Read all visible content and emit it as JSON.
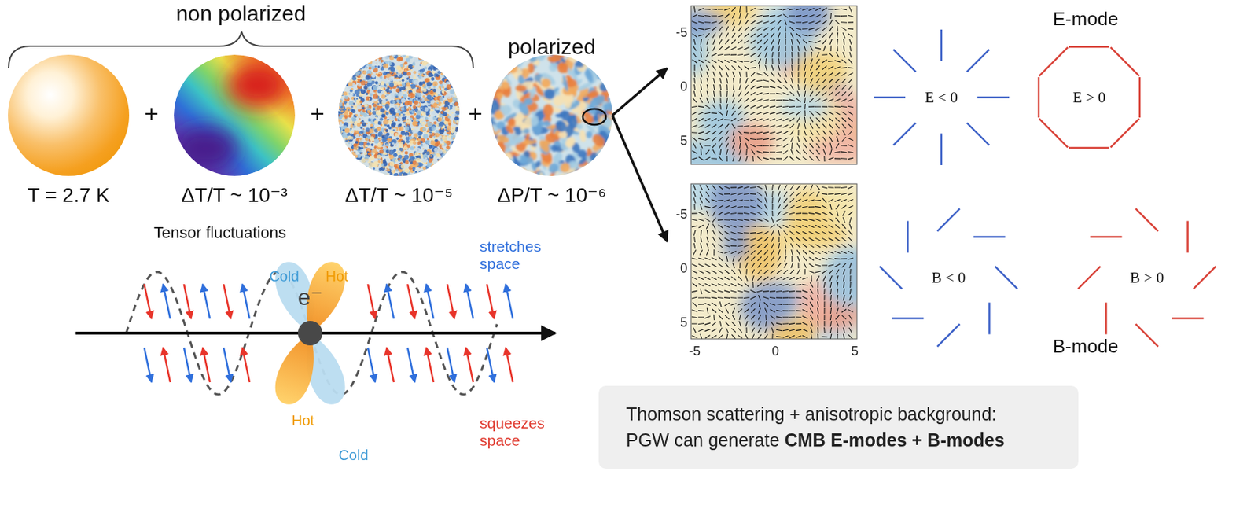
{
  "diagram": {
    "nodes": [
      {
        "text": [
          "T = 2.7 K"
        ]
      },
      {
        "text": [
          "ΔT/T ~ 10⁻³"
        ]
      },
      {
        "text": [
          "ΔT/T ~ 10⁻⁵"
        ]
      },
      {
        "text": [
          "ΔP/T ~ 10⁻⁶"
        ]
      },
      {
        "text": [
          "-5",
          "0",
          "5"
        ]
      },
      {
        "text": [
          "-5",
          "0",
          "5",
          "-5",
          "0",
          "5"
        ]
      },
      {
        "text": [
          "Thomson scattering + anisotropic background: PGW can generate",
          "CMB E-modes + B-modes"
        ]
      }
    ],
    "edges": [
      {
        "from": 3,
        "to": 4,
        "arrow": "to"
      },
      {
        "from": 3,
        "to": 5,
        "arrow": "to"
      }
    ],
    "labels": [
      "non polarized",
      "polarized",
      "+",
      "+",
      "+",
      "E-mode",
      "E < 0",
      "E > 0",
      "B < 0",
      "B > 0",
      "B-mode",
      "Tensor fluctuations",
      "Cold",
      "Hot",
      "e⁻",
      "stretches space",
      "squeezes space",
      "Hot",
      "Cold"
    ]
  }
}
